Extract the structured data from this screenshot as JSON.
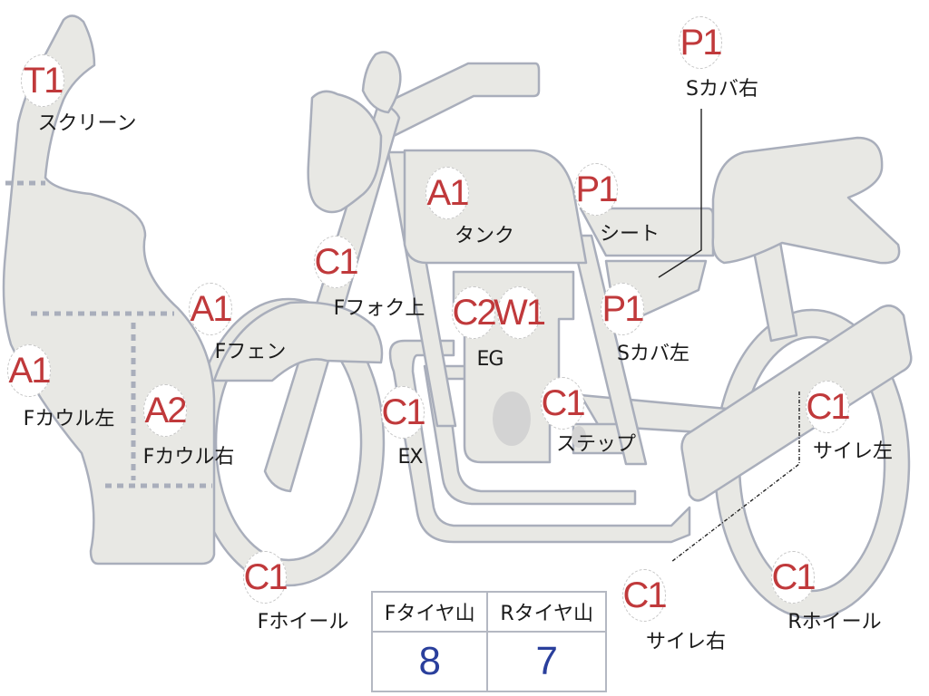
{
  "title": "バイク部品状態図",
  "parts": [
    {
      "id": "screen",
      "code": "T1",
      "label": "スクリーン"
    },
    {
      "id": "f-cowl-left",
      "code": "A1",
      "label": "Fカウル左"
    },
    {
      "id": "f-cowl-right",
      "code": "A2",
      "label": "Fカウル右"
    },
    {
      "id": "f-fender",
      "code": "A1",
      "label": "Fフェン"
    },
    {
      "id": "f-fork-upper",
      "code": "C1",
      "label": "Fフォク上"
    },
    {
      "id": "tank",
      "code": "A1",
      "label": "タンク"
    },
    {
      "id": "seat",
      "code": "P1",
      "label": "シート"
    },
    {
      "id": "s-cover-right",
      "code": "P1",
      "label": "Sカバ右"
    },
    {
      "id": "s-cover-left",
      "code": "P1",
      "label": "Sカバ左"
    },
    {
      "id": "engine-c",
      "code": "C2",
      "label": "EG"
    },
    {
      "id": "engine-w",
      "code": "W1",
      "label": ""
    },
    {
      "id": "exhaust",
      "code": "C1",
      "label": "EX"
    },
    {
      "id": "step",
      "code": "C1",
      "label": "ステップ"
    },
    {
      "id": "muffler-left",
      "code": "C1",
      "label": "サイレ左"
    },
    {
      "id": "muffler-right",
      "code": "C1",
      "label": "サイレ右"
    },
    {
      "id": "f-wheel",
      "code": "C1",
      "label": "Fホイール"
    },
    {
      "id": "r-wheel",
      "code": "C1",
      "label": "Rホイール"
    }
  ],
  "tire_table": {
    "headers": [
      "Fタイヤ山",
      "Rタイヤ山"
    ],
    "values": [
      "8",
      "7"
    ]
  },
  "colors": {
    "code_text": "#c0393b",
    "label_text": "#1a1a1a",
    "part_fill": "#e8e8e4",
    "part_stroke": "#a9aebb",
    "tire_value": "#2a3f9c"
  }
}
